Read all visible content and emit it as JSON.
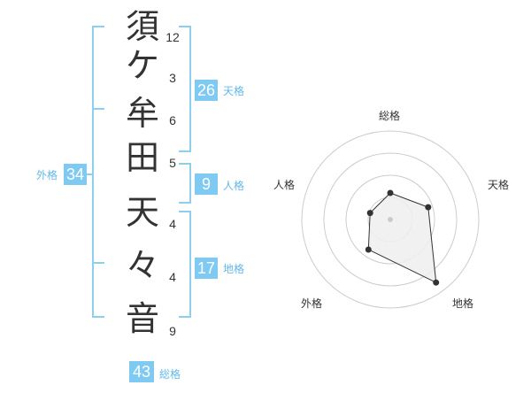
{
  "name": {
    "characters": [
      "須",
      "ケ",
      "牟",
      "田",
      "天",
      "々",
      "音"
    ],
    "strokes": [
      "12",
      "3",
      "6",
      "5",
      "4",
      "4",
      "9"
    ]
  },
  "kakaku": {
    "tenkaku": {
      "value": "26",
      "label": "天格"
    },
    "jinkaku": {
      "value": "9",
      "label": "人格"
    },
    "chikaku": {
      "value": "17",
      "label": "地格"
    },
    "gaikaku": {
      "value": "34",
      "label": "外格"
    },
    "soukaku": {
      "value": "43",
      "label": "総格"
    }
  },
  "colors": {
    "accent": "#7fcaf2",
    "text": "#333333",
    "ring": "#cccccc",
    "fill": "#eeeeee"
  },
  "radar": {
    "axes": [
      "総格",
      "天格",
      "地格",
      "外格",
      "人格"
    ],
    "values": [
      0.3,
      0.45,
      0.88,
      0.42,
      0.24
    ],
    "rings": 4
  }
}
